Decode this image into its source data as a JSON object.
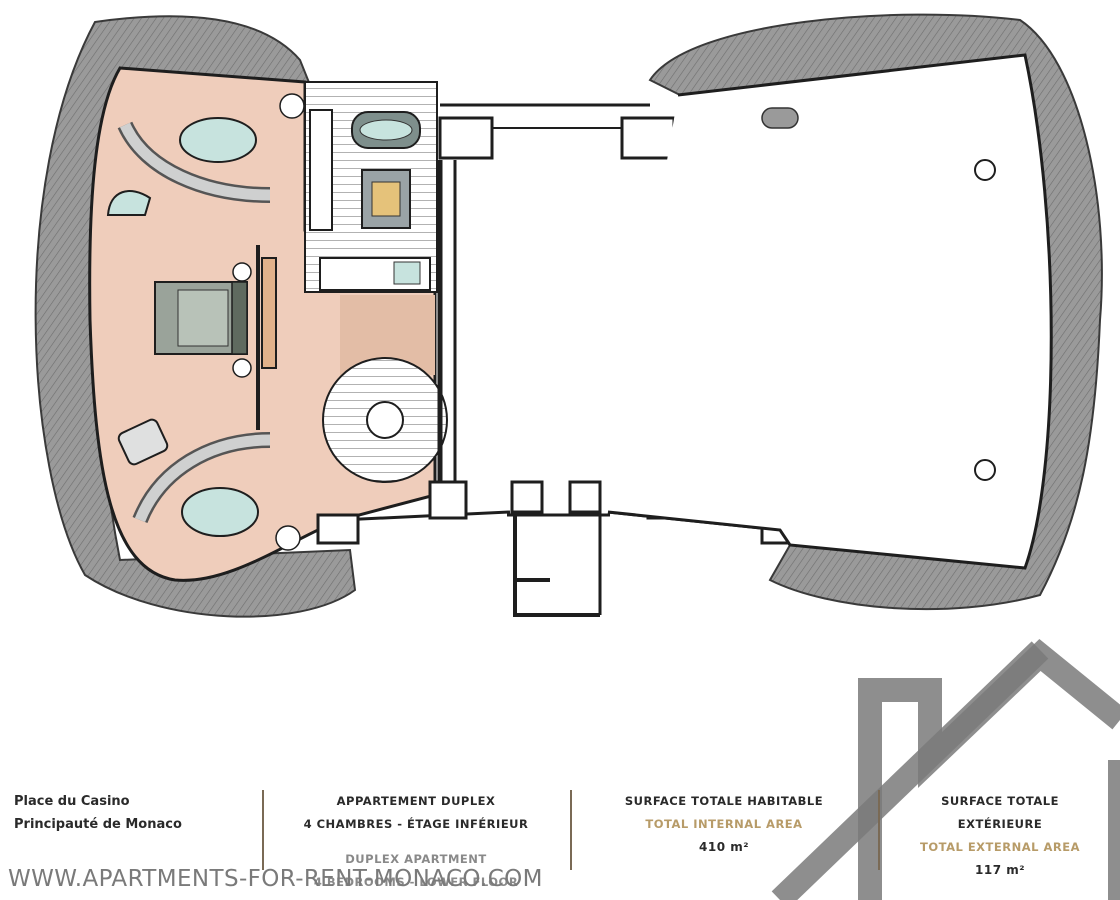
{
  "address": {
    "line1": "Place du Casino",
    "line2": "Principauté de Monaco"
  },
  "apartment": {
    "fr_line1": "APPARTEMENT DUPLEX",
    "fr_line2": "4 CHAMBRES - ÉTAGE INFÉRIEUR",
    "en_line1": "DUPLEX APARTMENT",
    "en_line2": "4 BEDROOMS - LOWER FLOOR"
  },
  "internal_area": {
    "fr_label": "SURFACE TOTALE HABITABLE",
    "en_label": "TOTAL INTERNAL AREA",
    "value": "410 m²"
  },
  "external_area": {
    "fr_label_line1": "SURFACE TOTALE",
    "fr_label_line2": "EXTÉRIEURE",
    "en_label": "TOTAL EXTERNAL AREA",
    "value": "117 m²"
  },
  "watermark": "WWW.APARTMENTS-FOR-RENT-MONACO.COM",
  "colors": {
    "floor": "#efcdbb",
    "wall": "#1e1e1e",
    "terrace": "#8e8e8e",
    "accent": "#b79b68",
    "logo": "#7a7a7a"
  }
}
